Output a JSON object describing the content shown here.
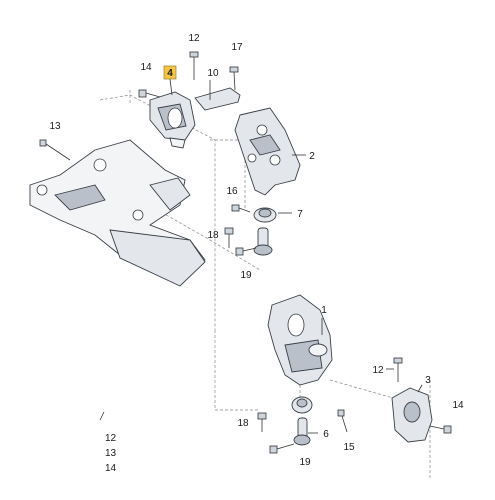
{
  "callouts": {
    "p12_top": "12",
    "p17": "17",
    "p14_top": "14",
    "p4": "4",
    "p10": "10",
    "p13": "13",
    "p2": "2",
    "p16": "16",
    "p7": "7",
    "p18_top": "18",
    "p19_top": "19",
    "p1": "1",
    "p12_right": "12",
    "p3": "3",
    "p14_right": "14",
    "p18_bottom": "18",
    "p6": "6",
    "p15": "15",
    "p19_bottom": "19"
  },
  "legend": [
    "12",
    "13",
    "14"
  ],
  "colors": {
    "highlight_box": "#f5c542",
    "line": "#333333",
    "part_fill": "#e3e7ec"
  }
}
